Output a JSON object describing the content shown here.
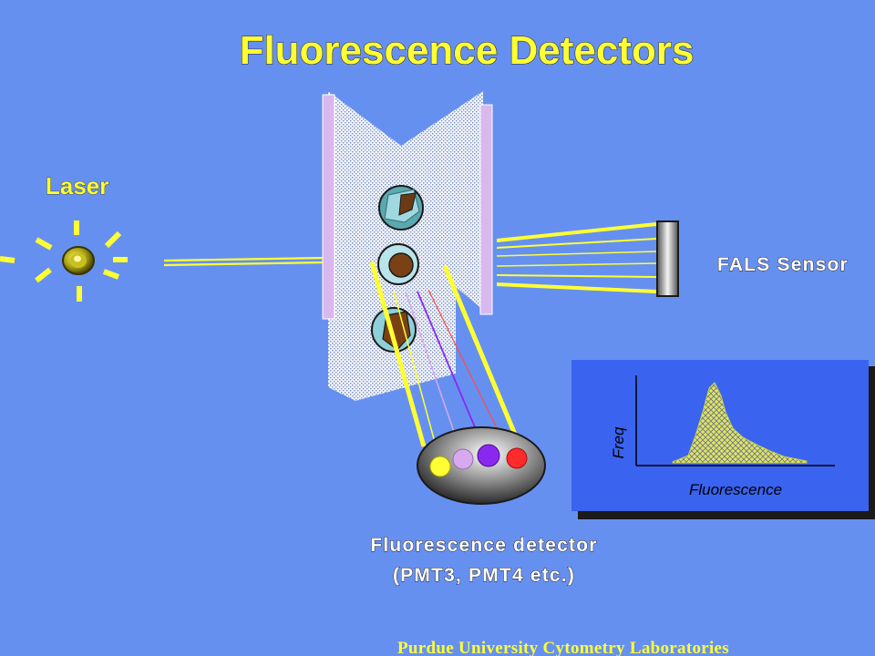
{
  "title": "Fluorescence Detectors",
  "labels": {
    "laser": "Laser",
    "fals_sensor": "FALS Sensor",
    "detector_line1": "Fluorescence detector",
    "detector_line2": "(PMT3, PMT4 etc.)"
  },
  "histogram": {
    "y_label": "Freq",
    "x_label": "Fluorescence"
  },
  "footer": "Purdue University Cytometry Laboratories",
  "colors": {
    "background": "#6690f0",
    "title": "#ffff33",
    "beam": "#ffff33",
    "histogram_panel": "#3a63f0",
    "pmt_filters": [
      "#ffff33",
      "#d8a8f0",
      "#8a28f0",
      "#ff2a2a"
    ]
  },
  "icons": [
    "laser-source-icon",
    "flow-cell-icon",
    "cell-icon",
    "fals-sensor-icon",
    "pmt-detector-icon",
    "histogram-icon"
  ]
}
